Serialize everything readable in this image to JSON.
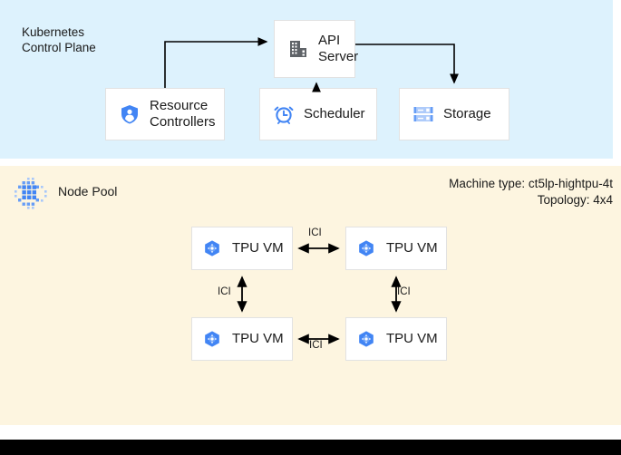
{
  "control_plane": {
    "title": "Kubernetes\nControl Plane",
    "background_color": "#ddf2fd",
    "nodes": [
      {
        "id": "api-server",
        "label": "API\nServer",
        "icon": "building-icon"
      },
      {
        "id": "resource-controllers",
        "label": "Resource\nControllers",
        "icon": "shield-user-icon"
      },
      {
        "id": "scheduler",
        "label": "Scheduler",
        "icon": "alarm-clock-icon"
      },
      {
        "id": "storage",
        "label": "Storage",
        "icon": "server-rack-icon"
      }
    ]
  },
  "node_pool": {
    "title": "Node Pool",
    "icon": "node-pool-dots-icon",
    "background_color": "#fdf5e0",
    "machine_type_line": "Machine type: ct5lp-hightpu-4t",
    "topology_line": "Topology: 4x4",
    "vms": [
      {
        "id": "tpu-vm-1",
        "label": "TPU VM",
        "icon": "tpu-hexagon-icon"
      },
      {
        "id": "tpu-vm-2",
        "label": "TPU VM",
        "icon": "tpu-hexagon-icon"
      },
      {
        "id": "tpu-vm-3",
        "label": "TPU VM",
        "icon": "tpu-hexagon-icon"
      },
      {
        "id": "tpu-vm-4",
        "label": "TPU VM",
        "icon": "tpu-hexagon-icon"
      }
    ],
    "links": [
      {
        "id": "link-top",
        "label": "ICI"
      },
      {
        "id": "link-left",
        "label": "ICI"
      },
      {
        "id": "link-right",
        "label": "ICI"
      },
      {
        "id": "link-bottom",
        "label": "ICI"
      }
    ]
  },
  "colors": {
    "accent_blue": "#4285f4",
    "light_blue": "#8ab4f8",
    "icon_gray": "#5f6368",
    "control_plane_bg": "#ddf2fd",
    "node_pool_bg": "#fdf5e0",
    "bottom_bar": "#000000"
  }
}
